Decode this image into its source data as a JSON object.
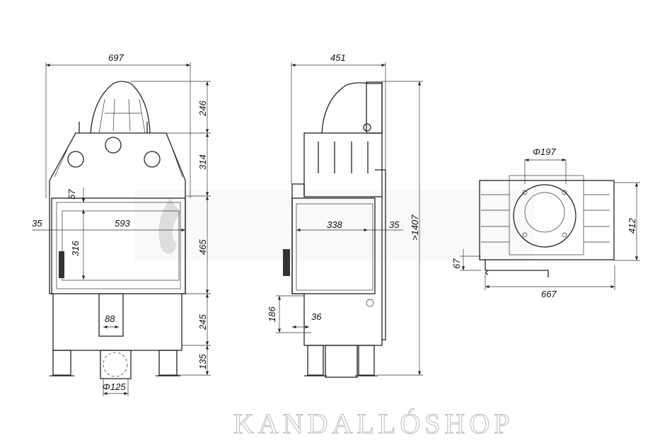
{
  "watermark": "KANDALLÓSHOP",
  "front_view": {
    "width": "697",
    "hood_height": "246",
    "upper_height": "314",
    "door_height": "465",
    "lower_height": "245",
    "leg_height": "135",
    "side_offset": "35",
    "glass_width": "593",
    "glass_height": "316",
    "top_offset": "57",
    "air_inlet_width": "88",
    "air_inlet_diameter": "Φ125"
  },
  "side_view": {
    "depth": "451",
    "glass_depth": "338",
    "frame_offset": "35",
    "total_height": ">1407",
    "handle_height": "186",
    "handle_offset": "36"
  },
  "top_view": {
    "flue_diameter": "Φ197",
    "depth": "412",
    "width": "667",
    "offset": "67"
  }
}
